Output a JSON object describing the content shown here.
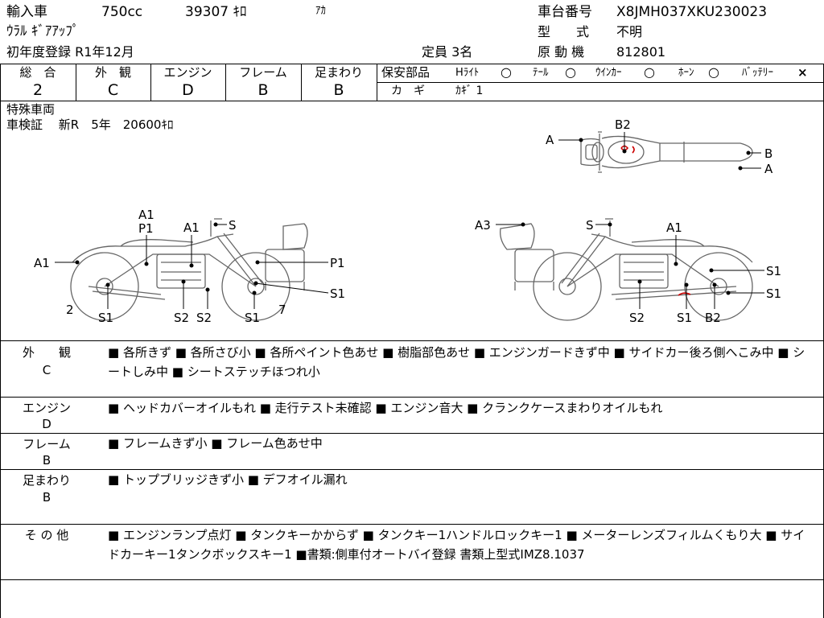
{
  "header": {
    "import_label": "輸入車",
    "displacement": "750cc",
    "mileage": "39307 ｷﾛ",
    "color": "ｱｶ",
    "model_name": "ｳﾗﾙ ｷﾞｱｱｯﾌﾟ",
    "first_reg": "初年度登録  R1年12月",
    "chassis_label": "車台番号",
    "chassis_value": "X8JMH037XKU230023",
    "model_code_label": "型　　式",
    "model_code_value": "不明",
    "capacity": "定員 3名",
    "engine_no_label": "原 動 機",
    "engine_no_value": "812801"
  },
  "grades": [
    {
      "label": "総　合",
      "value": "2"
    },
    {
      "label": "外　観",
      "value": "C"
    },
    {
      "label": "エンジン",
      "value": "D"
    },
    {
      "label": "フレーム",
      "value": "B"
    },
    {
      "label": "足まわり",
      "value": "B"
    }
  ],
  "safety": {
    "title": "保安部品",
    "items": [
      {
        "label": "Hﾗｲﾄ",
        "status": "○"
      },
      {
        "label": "ﾃｰﾙ",
        "status": "○"
      },
      {
        "label": "ｳｲﾝｶｰ",
        "status": "○"
      },
      {
        "label": "ﾎｰﾝ",
        "status": "○"
      },
      {
        "label": "ﾊﾞｯﾃﾘｰ",
        "status": "×"
      }
    ],
    "key_label": "カ　ギ",
    "key_value": "ｶｷﾞ 1"
  },
  "special": {
    "line1": "特殊車両",
    "line2": "車検証　 新R　5年　20600ｷﾛ"
  },
  "diagram_labels": {
    "top": {
      "b2": "B2",
      "a_left": "A",
      "b": "B",
      "a_right": "A"
    },
    "left_side": {
      "a1_top": "A1",
      "p1_top": "P1",
      "a1_mid": "A1",
      "s_top": "S",
      "a1_left": "A1",
      "p1_right": "P1",
      "s1_right": "S1",
      "num2": "2",
      "s1_a": "S1",
      "s2_a": "S2",
      "s2_b": "S2",
      "s1_b": "S1",
      "num7": "7"
    },
    "right_side": {
      "a3": "A3",
      "s_top": "S",
      "a1": "A1",
      "s1_a": "S1",
      "s1_b": "S1",
      "s2": "S2",
      "s1_c": "S1",
      "b2": "B2"
    }
  },
  "notes": [
    {
      "category": "外　　観",
      "grade": "C",
      "text": "■ 各所きず ■ 各所さび小 ■ 各所ペイント色あせ ■ 樹脂部色あせ ■ エンジンガードきず中 ■ サイドカー後ろ側へこみ中 ■ シートしみ中 ■ シートステッチほつれ小"
    },
    {
      "category": "エンジン",
      "grade": "D",
      "text": "■ ヘッドカバーオイルもれ ■ 走行テスト未確認 ■ エンジン音大 ■ クランクケースまわりオイルもれ"
    },
    {
      "category": "フレーム",
      "grade": "B",
      "text": "■ フレームきず小 ■ フレーム色あせ中"
    },
    {
      "category": "足まわり",
      "grade": "B",
      "text": "■ トップブリッジきず小 ■ デフオイル漏れ"
    },
    {
      "category": "そ の 他",
      "grade": "",
      "text": "■ エンジンランプ点灯 ■ タンクキーかからず ■ タンクキー1ハンドルロックキー1 ■ メーターレンズフィルムくもり大 ■ サイドカーキー1タンクボックスキー1 ■書類:側車付オートバイ登録 書類上型式IMZ8.1037"
    }
  ],
  "colors": {
    "line": "#000000",
    "mark_red": "#cc0000",
    "sketch": "#555555"
  }
}
